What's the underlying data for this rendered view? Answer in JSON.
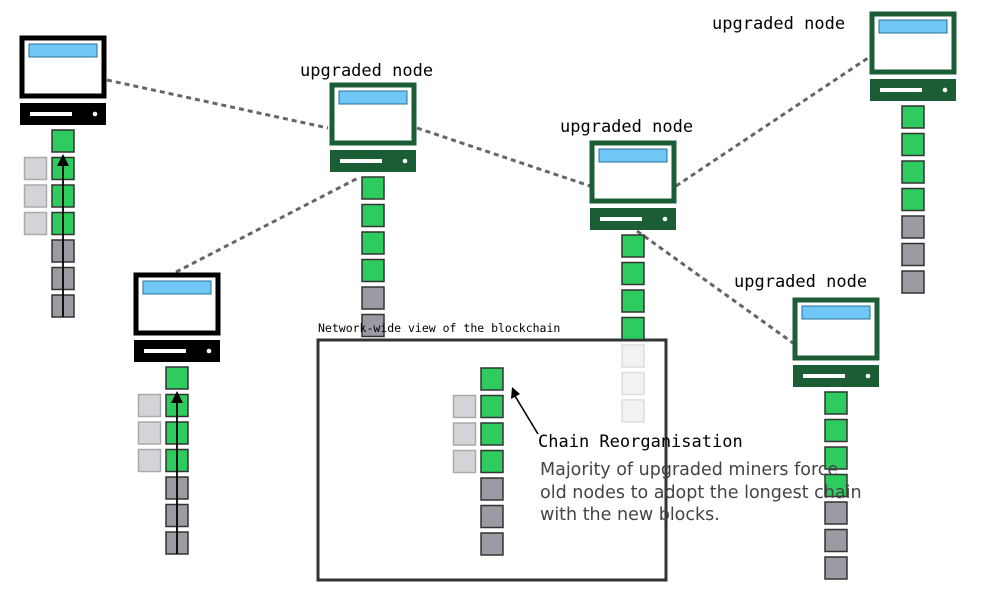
{
  "labels": {
    "upgraded_node": "upgraded node",
    "network_view": "Network-wide view of the blockchain",
    "reorg_title": "Chain Reorganisation",
    "reorg_line1": "Majority of upgraded miners force",
    "reorg_line2": "old nodes to adopt the longest chain",
    "reorg_line3": "with the new blocks."
  },
  "colors": {
    "upgraded_node": "#1b5e35",
    "old_node": "#000000",
    "screen": "#6ec7f5",
    "new_block": "#2ecc5f",
    "old_block": "#9b9ba3",
    "orphan_block": "#d4d4d8",
    "faded_block": "#f2f2f2",
    "link": "#666666",
    "box_border": "#333333",
    "reorg_text": "#444444"
  },
  "nodes": [
    {
      "id": "old-node-1",
      "kind": "old",
      "blocks": [
        "new",
        "new",
        "new",
        "new",
        "old",
        "old",
        "old"
      ],
      "orphans": 3,
      "arrow": true
    },
    {
      "id": "upgraded-node-1",
      "kind": "upgraded",
      "label": true,
      "blocks": [
        "new",
        "new",
        "new",
        "new",
        "old",
        "old"
      ],
      "orphans": 0,
      "arrow": false
    },
    {
      "id": "old-node-2",
      "kind": "old",
      "blocks": [
        "new",
        "new",
        "new",
        "new",
        "old",
        "old",
        "old"
      ],
      "orphans": 3,
      "arrow": true
    },
    {
      "id": "upgraded-node-2",
      "kind": "upgraded",
      "label": true,
      "blocks": [
        "new",
        "new",
        "new",
        "new",
        "faded",
        "faded",
        "faded"
      ],
      "orphans": 0,
      "arrow": false
    },
    {
      "id": "upgraded-node-3",
      "kind": "upgraded",
      "label": true,
      "blocks": [
        "new",
        "new",
        "new",
        "new",
        "old",
        "old",
        "old"
      ],
      "orphans": 0,
      "arrow": false
    },
    {
      "id": "upgraded-node-4",
      "kind": "upgraded",
      "label": true,
      "blocks": [
        "new",
        "new",
        "new",
        "new",
        "old",
        "old",
        "old"
      ],
      "orphans": 0,
      "arrow": false
    }
  ],
  "network_view_chain": {
    "blocks": [
      "new",
      "new",
      "new",
      "new",
      "old",
      "old",
      "old"
    ],
    "orphans": 3
  }
}
